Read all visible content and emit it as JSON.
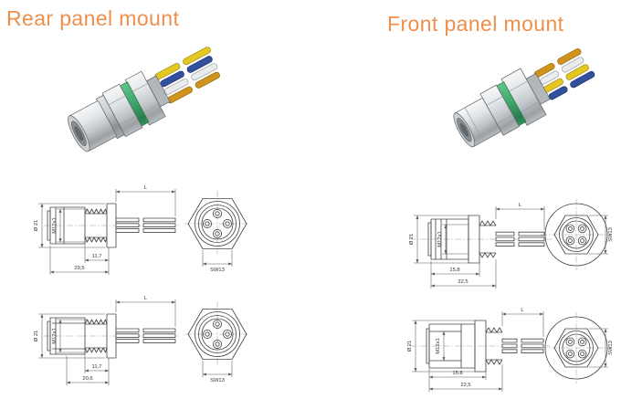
{
  "sections": [
    {
      "id": "rear",
      "title": "Rear panel mount",
      "drawings": [
        {
          "diameter": "Ø 21",
          "thread": "M12x1",
          "length": "L",
          "dim_a": "11,7",
          "dim_b": "29,5",
          "wrench": "SW13"
        },
        {
          "diameter": "Ø 21",
          "thread": "M12x1",
          "length": "L",
          "dim_a": "11,7",
          "dim_b": "20,6",
          "wrench": "SW13"
        }
      ]
    },
    {
      "id": "front",
      "title": "Front panel mount",
      "drawings": [
        {
          "diameter": "Ø 21",
          "thread": "M12x1",
          "length": "L",
          "dim_a": "15,8",
          "dim_b": "22,5",
          "wrench": "SW13"
        },
        {
          "diameter": "Ø 21",
          "thread": "M12x1",
          "length": "L",
          "dim_a": "15,8",
          "dim_b": "22,5",
          "wrench": "SW13"
        }
      ]
    }
  ],
  "colors": {
    "accent": "#EE8F4C",
    "drawing_line": "#45494d",
    "oring_green": "#3FAA6C",
    "wire_yellow": "#E5C722",
    "wire_blue": "#31509E",
    "wire_white": "#E9EBED",
    "wire_orange": "#D0941C",
    "metal_light": "#F0F1F2",
    "metal_dark": "#A9AEB3"
  }
}
